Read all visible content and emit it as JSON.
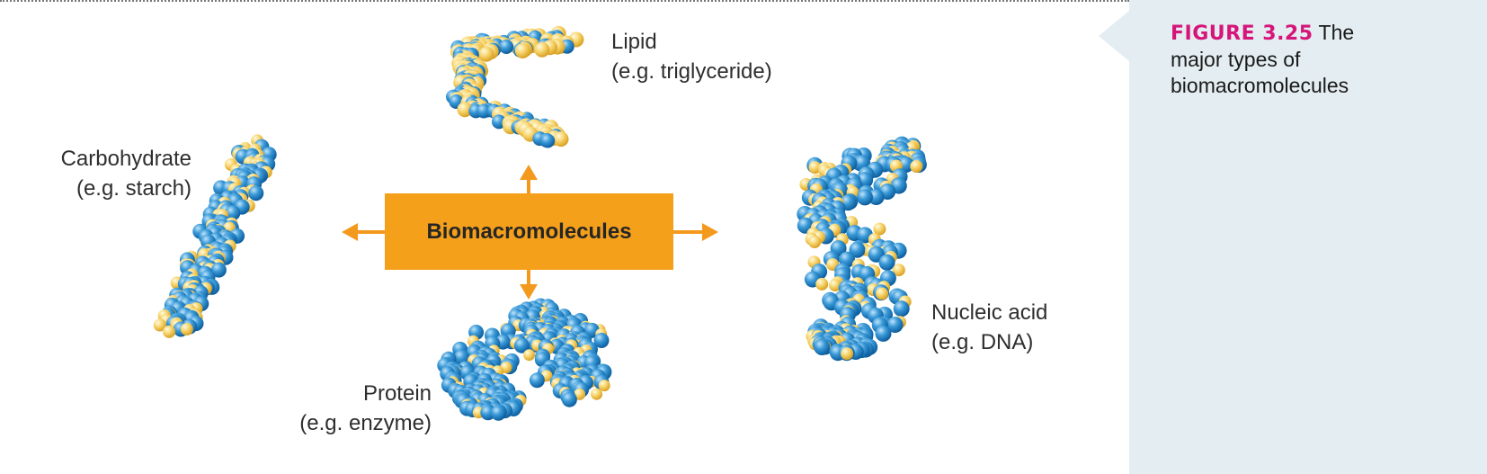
{
  "figure": {
    "label": "FIGURE 3.25",
    "caption": "The major types of biomacromolecules"
  },
  "center": {
    "label": "Biomacromolecules"
  },
  "molecules": {
    "lipid": {
      "name": "Lipid",
      "example": "(e.g. triglyceride)"
    },
    "carbohydrate": {
      "name": "Carbohydrate",
      "example": "(e.g. starch)"
    },
    "protein": {
      "name": "Protein",
      "example": "(e.g. enzyme)"
    },
    "nucleic_acid": {
      "name": "Nucleic acid",
      "example": "(e.g. DNA)"
    }
  },
  "colors": {
    "accent_orange": "#f5a01b",
    "arrow_orange": "#f39a1e",
    "atom_blue": "#2a8fd0",
    "atom_yellow": "#f7d36a",
    "sidebar_bg": "#e4edf1",
    "figure_label": "#d6157a"
  }
}
